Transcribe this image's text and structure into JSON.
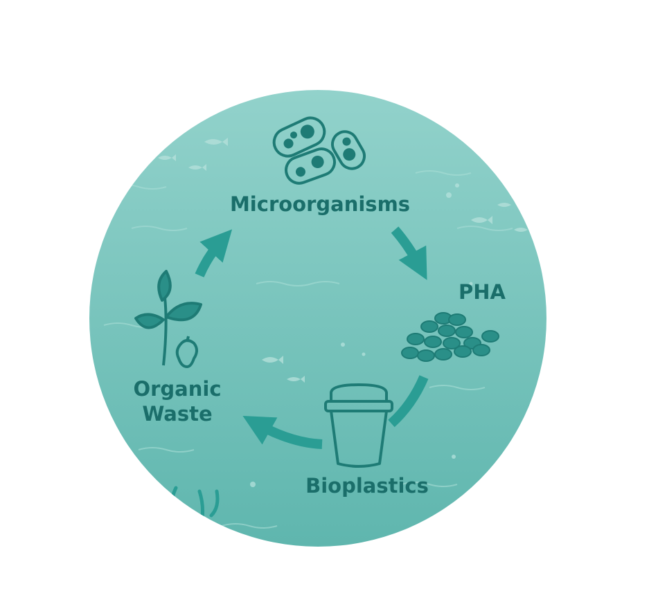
{
  "diagram": {
    "stages": [
      {
        "id": "microorganisms",
        "label": "Microorganisms",
        "icon": "bacteria-icon"
      },
      {
        "id": "pha",
        "label": "PHA",
        "icon": "pha-granules-icon"
      },
      {
        "id": "bioplastics",
        "label": "Bioplastics",
        "icon": "cup-icon"
      },
      {
        "id": "organic-waste",
        "label_line1": "Organic",
        "label_line2": "Waste",
        "icon": "plant-apple-core-icon"
      }
    ],
    "flow": [
      "microorganisms",
      "pha",
      "bioplastics",
      "organic-waste",
      "microorganisms"
    ]
  },
  "colors": {
    "background": "#ffffff",
    "circle_top": "#8fd0c9",
    "circle_bottom": "#62b8b1",
    "icon": "#1e7b75",
    "icon_fill": "#2a8f88",
    "label": "#1a6e6a",
    "accent": "#2a9d94"
  }
}
